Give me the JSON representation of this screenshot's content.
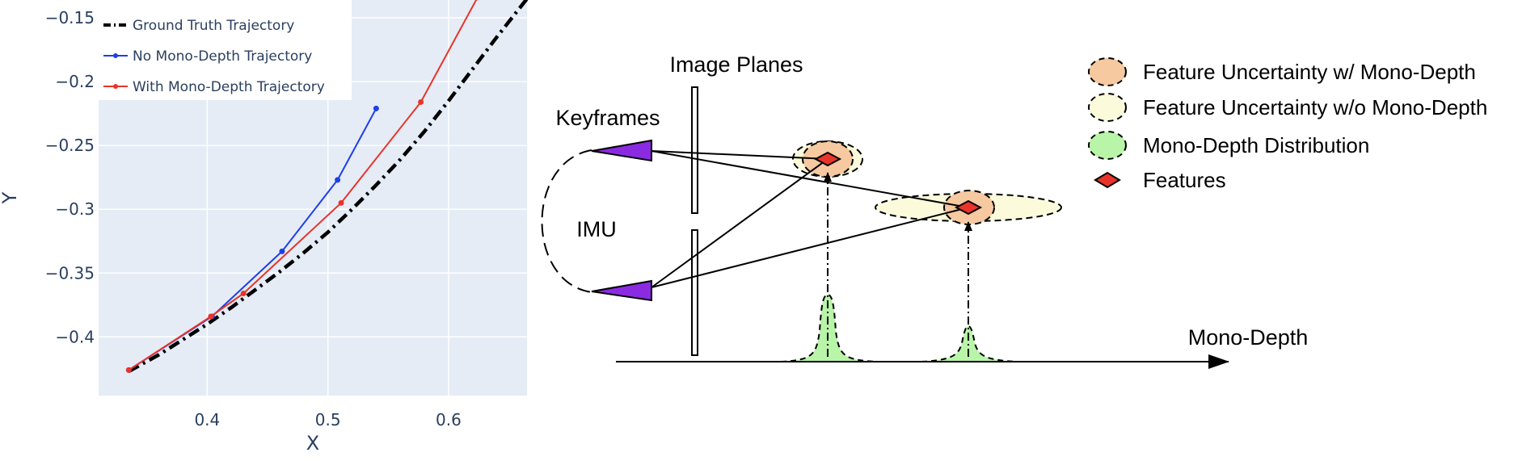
{
  "chart_data": {
    "type": "line",
    "xlabel": "X",
    "ylabel": "Y",
    "xlim": [
      0.31,
      0.665
    ],
    "ylim": [
      -0.446,
      -0.136
    ],
    "x_ticks": [
      0.4,
      0.5,
      0.6
    ],
    "x_tick_labels": [
      "0.4",
      "0.5",
      "0.6"
    ],
    "y_ticks": [
      -0.15,
      -0.2,
      -0.25,
      -0.3,
      -0.35,
      -0.4
    ],
    "y_tick_labels": [
      "−0.15",
      "−0.2",
      "−0.25",
      "−0.3",
      "−0.35",
      "−0.4"
    ],
    "grid": true,
    "legend_position": "top-left",
    "series": [
      {
        "name": "Ground Truth Trajectory",
        "color": "#000000",
        "style": "dashdot",
        "markers": false,
        "x": [
          0.335,
          0.36,
          0.38,
          0.4,
          0.42,
          0.44,
          0.46,
          0.48,
          0.5,
          0.52,
          0.54,
          0.56,
          0.58,
          0.6,
          0.62,
          0.64,
          0.665
        ],
        "y": [
          -0.427,
          -0.414,
          -0.402,
          -0.39,
          -0.377,
          -0.363,
          -0.349,
          -0.334,
          -0.318,
          -0.3,
          -0.281,
          -0.261,
          -0.239,
          -0.215,
          -0.19,
          -0.165,
          -0.135
        ]
      },
      {
        "name": "No Mono-Depth Trajectory",
        "color": "#1f3fe6",
        "style": "solid",
        "markers": true,
        "x": [
          0.335,
          0.404,
          0.462,
          0.508,
          0.54
        ],
        "y": [
          -0.426,
          -0.384,
          -0.333,
          -0.277,
          -0.221
        ]
      },
      {
        "name": "With Mono-Depth Trajectory",
        "color": "#e8342a",
        "style": "solid",
        "markers": true,
        "x": [
          0.335,
          0.403,
          0.43,
          0.511,
          0.577,
          0.624
        ],
        "y": [
          -0.426,
          -0.384,
          -0.366,
          -0.295,
          -0.216,
          -0.134
        ]
      }
    ]
  },
  "diagram": {
    "image_planes_label": "Image Planes",
    "keyframes_label": "Keyframes",
    "imu_label": "IMU",
    "mono_depth_axis_label": "Mono-Depth",
    "legend": [
      {
        "label": "Feature Uncertainty w/ Mono-Depth",
        "color": "#f6c9a0"
      },
      {
        "label": "Feature Uncertainty w/o Mono-Depth",
        "color": "#fbfbdc"
      },
      {
        "label": "Mono-Depth Distribution",
        "color": "#b8f5a8"
      },
      {
        "label": "Features",
        "color": "#e8342a"
      }
    ],
    "keyframe_color": "#8a2be2"
  }
}
